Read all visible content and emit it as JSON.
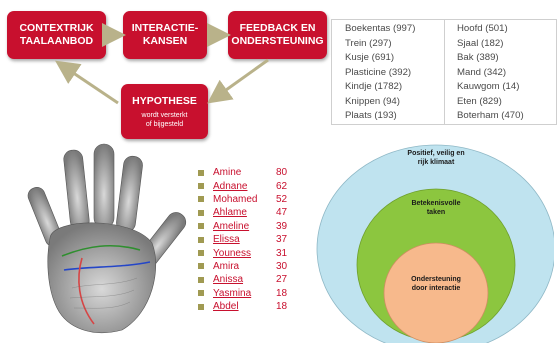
{
  "flow": {
    "box1": "CONTEXTRIJK\nTAALAANBOD",
    "box2": "INTERACTIE-\nKANSEN",
    "box3": "FEEDBACK  EN\nONDERSTEUNING",
    "box4_title": "HYPOTHESE",
    "box4_sub": "wordt versterkt\nof bijgesteld",
    "color": "#c8102e"
  },
  "word_table": {
    "col1": [
      "Boekentas (997)",
      "Trein (297)",
      "Kusje (691)",
      "Plasticine (392)",
      "Kindje (1782)",
      "Knippen (94)",
      "Plaats (193)"
    ],
    "col2": [
      "Hoofd (501)",
      "Sjaal (182)",
      "Bak (389)",
      "Mand (342)",
      "Kauwgom (14)",
      "Eten (829)",
      "Boterham (470)"
    ]
  },
  "names_list": [
    {
      "name": "Amine",
      "count": "80",
      "underlined": false
    },
    {
      "name": "Adnane",
      "count": "62",
      "underlined": true
    },
    {
      "name": "Mohamed",
      "count": "52",
      "underlined": false
    },
    {
      "name": "Ahlame",
      "count": "47",
      "underlined": true
    },
    {
      "name": "Ameline",
      "count": "39",
      "underlined": true
    },
    {
      "name": "Elissa",
      "count": "37",
      "underlined": true
    },
    {
      "name": "Youness",
      "count": "31",
      "underlined": true
    },
    {
      "name": "Amira",
      "count": "30",
      "underlined": false
    },
    {
      "name": "Anissa",
      "count": "27",
      "underlined": true
    },
    {
      "name": "Yasmina",
      "count": "18",
      "underlined": true
    },
    {
      "name": "Abdel",
      "count": "18",
      "underlined": true
    }
  ],
  "circles": {
    "outer": "Positief, veilig en\nrijk klimaat",
    "middle": "Betekenisvolle\ntaken",
    "inner": "Ondersteuning\ndoor interactie",
    "colors": {
      "outer": "#bfe3ef",
      "middle": "#8cc63f",
      "inner": "#f7b98c"
    }
  },
  "icons": {
    "hand": "handprint-icon",
    "bullet": "square-bullet-icon"
  }
}
